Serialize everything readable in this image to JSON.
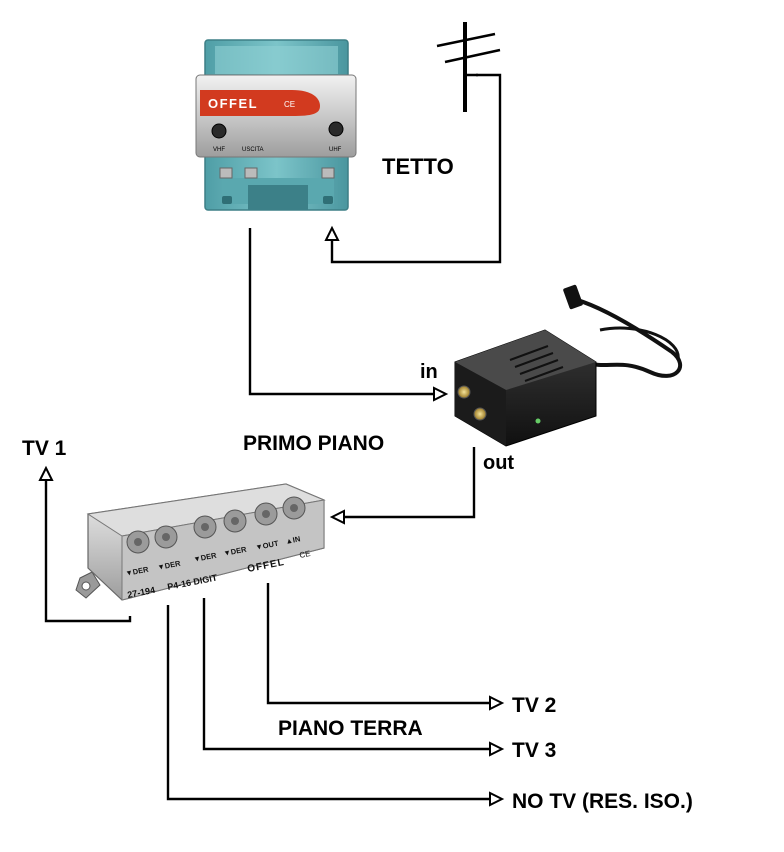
{
  "labels": {
    "tetto": "TETTO",
    "primo_piano": "PRIMO PIANO",
    "piano_terra": "PIANO TERRA",
    "in": "in",
    "out": "out",
    "tv1": "TV 1",
    "tv2": "TV 2",
    "tv3": "TV 3",
    "no_tv": "NO TV (RES. ISO.)"
  },
  "amplifier": {
    "brand": "OFFEL",
    "mark": "CE",
    "port_vhf": "VHF",
    "port_uscita": "USCITA",
    "port_uhf": "UHF"
  },
  "splitter": {
    "brand": "OFFEL",
    "mark": "CE",
    "code": "27-194",
    "model": "P4-16 DIGIT",
    "port_der_1": "▼DER",
    "port_der_2": "▼DER",
    "port_der_3": "▼DER",
    "port_der_4": "▼DER",
    "port_out": "▼OUT",
    "port_in": "▲IN"
  }
}
